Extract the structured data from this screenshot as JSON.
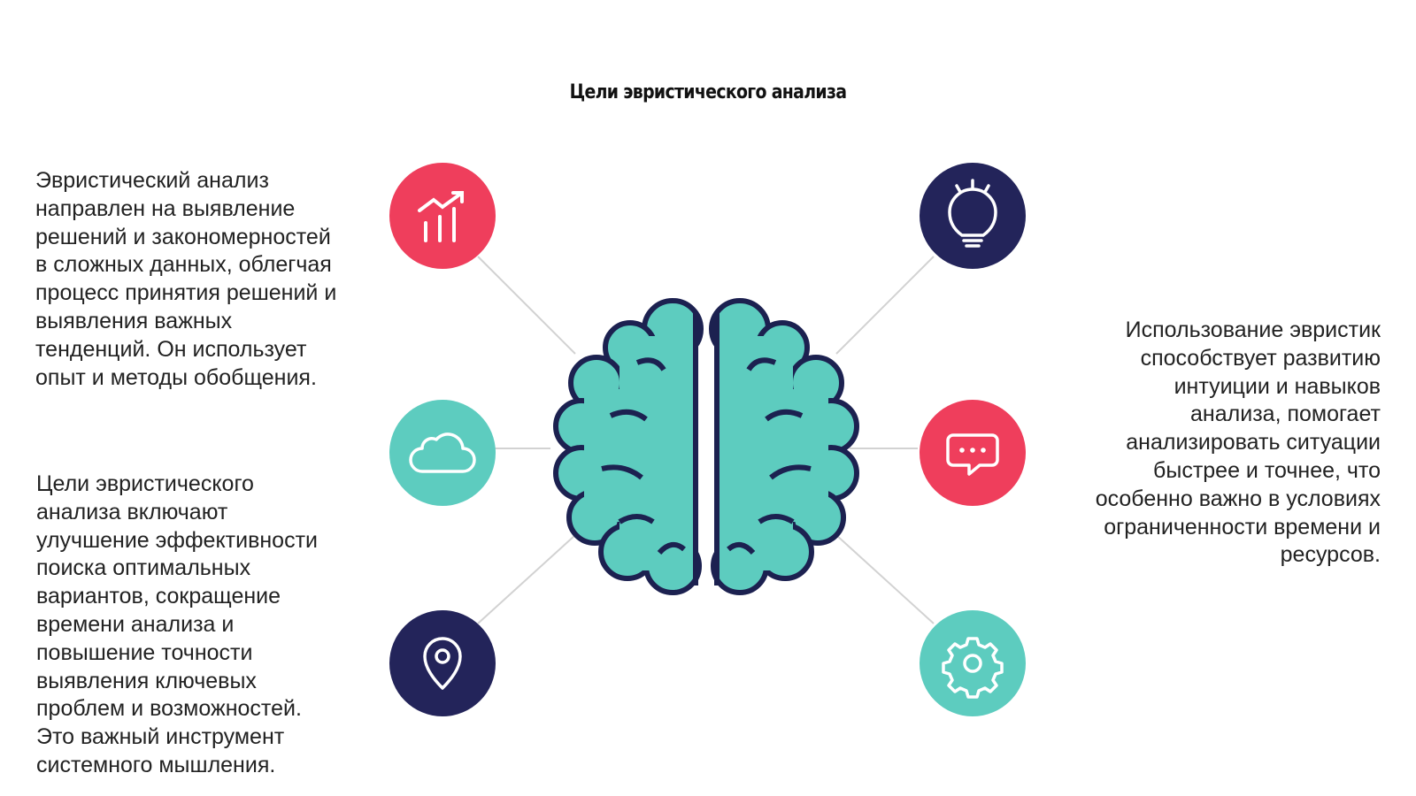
{
  "title": "Цели эвристического анализа",
  "blocks": {
    "top_left": "Эвристический анализ\nнаправлен на выявление\nрешений и закономерностей\nв сложных данных, облегчая\nпроцесс принятия решений и\nвыявления важных\nтенденций. Он использует\nопыт и методы обобщения.",
    "bottom_left": "Цели эвристического\nанализа включают\nулучшение эффективности\nпоиска оптимальных\nвариантов, сокращение\nвремени анализа и\nповышение точности\nвыявления ключевых\nпроблем и возможностей.\nЭто важный инструмент\nсистемного мышления.",
    "right": "Использование эвристик\nспособствует развитию\nинтуиции и навыков\nанализа, помогает\nанализировать ситуации\nбыстрее и точнее, что\nособенно важно в условиях\nограниченности времени и\nресурсов."
  },
  "icons": [
    {
      "name": "growth-chart-icon",
      "color": "#ef3e5c"
    },
    {
      "name": "lightbulb-icon",
      "color": "#23245a"
    },
    {
      "name": "cloud-icon",
      "color": "#5dccbf"
    },
    {
      "name": "chat-bubble-icon",
      "color": "#ef3e5c"
    },
    {
      "name": "location-pin-icon",
      "color": "#23245a"
    },
    {
      "name": "gear-icon",
      "color": "#5dccbf"
    }
  ],
  "colors": {
    "brain_fill": "#5dccbf",
    "brain_outline": "#1c2150",
    "connector": "#d2d2d2"
  }
}
